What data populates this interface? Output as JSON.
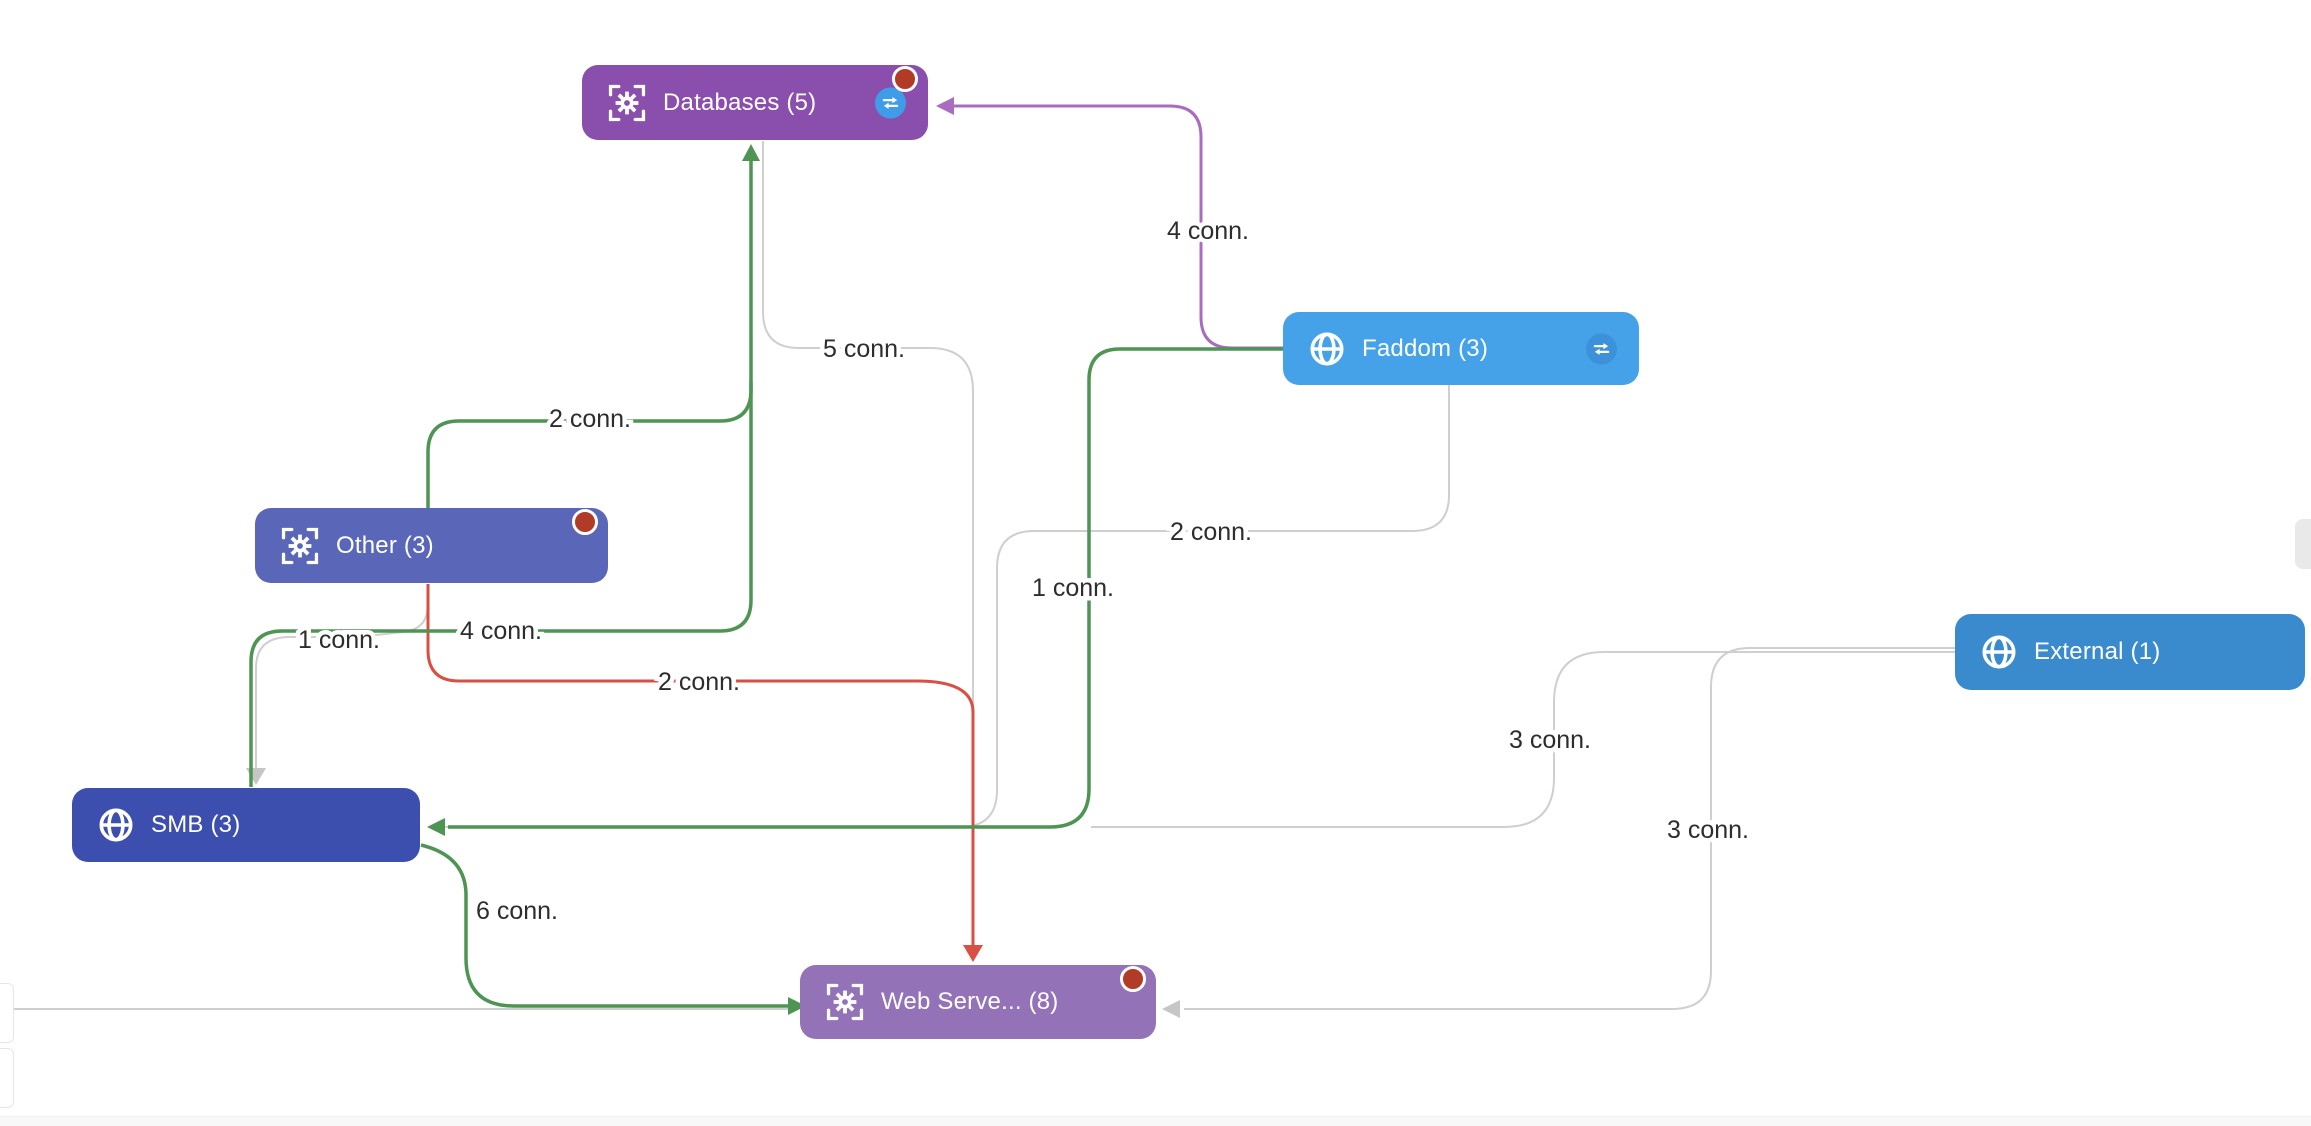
{
  "diagram": {
    "title": "application dependency map",
    "background": "#ffffff",
    "nodes": [
      {
        "id": "databases",
        "label": "Databases (5)",
        "count": 5,
        "icon": "gear-scan",
        "color": "#8a4fad",
        "alert_badge": true,
        "transfer_button": true
      },
      {
        "id": "faddom",
        "label": "Faddom (3)",
        "count": 3,
        "icon": "globe",
        "color": "#45a2e9",
        "alert_badge": false,
        "transfer_button": true
      },
      {
        "id": "other",
        "label": "Other (3)",
        "count": 3,
        "icon": "gear-scan",
        "color": "#5a67b9",
        "alert_badge": true,
        "transfer_button": false
      },
      {
        "id": "external",
        "label": "External (1)",
        "count": 1,
        "icon": "globe",
        "color": "#3a8bce",
        "alert_badge": false,
        "transfer_button": false
      },
      {
        "id": "smb",
        "label": "SMB (3)",
        "count": 3,
        "icon": "globe",
        "color": "#3c4fae",
        "alert_badge": false,
        "transfer_button": false
      },
      {
        "id": "webservers",
        "label": "Web Serve... (8)",
        "count": 8,
        "icon": "gear-scan",
        "color": "#9472b7",
        "alert_badge": true,
        "transfer_button": false
      }
    ],
    "edges": [
      {
        "from": "faddom",
        "to": "databases",
        "label": "4 conn.",
        "connections": 4,
        "color": "#a86cc0"
      },
      {
        "from": "other",
        "to": "databases",
        "label": "2 conn.",
        "connections": 2,
        "color": "#4e9453"
      },
      {
        "from": "smb",
        "to": "databases",
        "label": "4 conn.",
        "connections": 4,
        "color": "#4e9453"
      },
      {
        "from": "databases",
        "to": "webservers",
        "label": "5 conn.",
        "connections": 5,
        "color": "#cfcfcf"
      },
      {
        "from": "faddom",
        "to": "smb",
        "label": "2 conn.",
        "connections": 2,
        "color": "#cfcfcf"
      },
      {
        "from": "faddom",
        "to": "smb",
        "label": "1 conn.",
        "connections": 1,
        "color": "#4e9453"
      },
      {
        "from": "other",
        "to": "smb",
        "label": "1 conn.",
        "connections": 1,
        "color": "#cfcfcf"
      },
      {
        "from": "other",
        "to": "webservers",
        "label": "2 conn.",
        "connections": 2,
        "color": "#d84f43"
      },
      {
        "from": "external",
        "to": "smb",
        "label": "3 conn.",
        "connections": 3,
        "color": "#cfcfcf"
      },
      {
        "from": "external",
        "to": "webservers",
        "label": "3 conn.",
        "connections": 3,
        "color": "#cfcfcf"
      },
      {
        "from": "smb",
        "to": "webservers",
        "label": "6 conn.",
        "connections": 6,
        "color": "#4e9453"
      },
      {
        "from": "offscreen-left",
        "to": "webservers",
        "label": "",
        "connections": null,
        "color": "#cfcfcf"
      }
    ],
    "edge_colors": {
      "purple": "#a86cc0",
      "green": "#4e9453",
      "red": "#d84f43",
      "gray": "#cfcfcf"
    },
    "badge_color": "#b23b27"
  }
}
